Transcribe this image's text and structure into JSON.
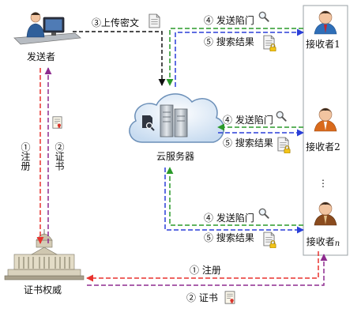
{
  "nodes": {
    "sender": "发送者",
    "cloud": "云服务器",
    "authority": "证书权威",
    "receiver1": "接收者1",
    "receiver2": "接收者2",
    "receiver_n": "接收者",
    "receiver_n_sub": "n",
    "ellipsis": "⋮"
  },
  "edges": {
    "upload": "③上传密文",
    "trapdoor_1": "④ 发送陷门",
    "result_1": "⑤ 搜索结果",
    "trapdoor_2": "④ 发送陷门",
    "result_2": "⑤ 搜索结果",
    "trapdoor_n": "④ 发送陷门",
    "result_n": "⑤ 搜索结果",
    "sender_register": "①注册",
    "sender_cert": "②证书",
    "receiver_register": "① 注册",
    "receiver_cert": "② 证书"
  },
  "colors": {
    "register": "#e8322e",
    "certificate": "#8e2b8f",
    "upload": "#111111",
    "trapdoor": "#2a9a2a",
    "result": "#2a3fd8",
    "cloud_fill": "#dce8f5",
    "cloud_stroke": "#6b8fb8"
  }
}
